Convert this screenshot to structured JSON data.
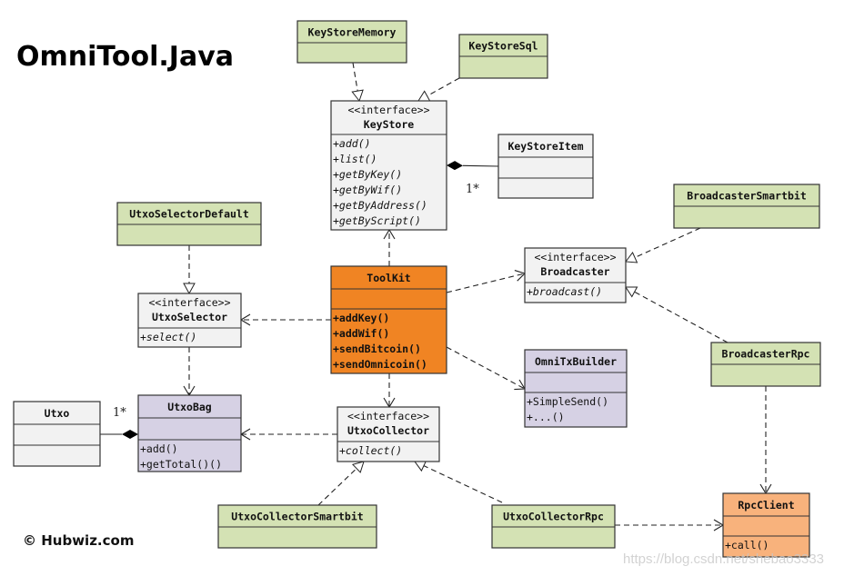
{
  "title": "OmniTool.Java",
  "copyright": "© Hubwiz.com",
  "watermark": "https://blog.csdn.net/shebao3333",
  "colors": {
    "green": "#d4e2b4",
    "purple": "#d6d1e4",
    "orange": "#f08423",
    "light_orange": "#f8b27c",
    "gray": "#f2f2f2",
    "border": "#333333"
  },
  "classes": [
    {
      "id": "KeyStoreMemory",
      "name": "KeyStoreMemory",
      "color": "green",
      "methods": []
    },
    {
      "id": "KeyStoreSql",
      "name": "KeyStoreSql",
      "color": "green",
      "methods": []
    },
    {
      "id": "KeyStore",
      "stereotype": "<<interface>>",
      "name": "KeyStore",
      "color": "gray",
      "italic": true,
      "methods": [
        "+add()",
        "+list()",
        "+getByKey()",
        "+getByWif()",
        "+getByAddress()",
        "+getByScript()"
      ]
    },
    {
      "id": "KeyStoreItem",
      "name": "KeyStoreItem",
      "color": "gray",
      "methods": []
    },
    {
      "id": "BroadcasterSmartbit",
      "name": "BroadcasterSmartbit",
      "color": "green",
      "methods": []
    },
    {
      "id": "UtxoSelectorDefault",
      "name": "UtxoSelectorDefault",
      "color": "green",
      "methods": []
    },
    {
      "id": "Broadcaster",
      "stereotype": "<<interface>>",
      "name": "Broadcaster",
      "color": "gray",
      "italic": true,
      "methods": [
        "+broadcast()"
      ]
    },
    {
      "id": "ToolKit",
      "name": "ToolKit",
      "color": "orange",
      "bold_methods": true,
      "methods": [
        "+addKey()",
        "+addWif()",
        "+sendBitcoin()",
        "+sendOmnicoin()"
      ]
    },
    {
      "id": "UtxoSelector",
      "stereotype": "<<interface>>",
      "name": "UtxoSelector",
      "color": "gray",
      "italic": true,
      "methods": [
        "+select()"
      ]
    },
    {
      "id": "BroadcasterRpc",
      "name": "BroadcasterRpc",
      "color": "green",
      "methods": []
    },
    {
      "id": "OmniTxBuilder",
      "name": "OmniTxBuilder",
      "color": "purple",
      "methods": [
        "+SimpleSend()",
        "+...()"
      ]
    },
    {
      "id": "Utxo",
      "name": "Utxo",
      "color": "gray",
      "methods": []
    },
    {
      "id": "UtxoBag",
      "name": "UtxoBag",
      "color": "purple",
      "methods": [
        "+add()",
        "+getTotal()()"
      ]
    },
    {
      "id": "UtxoCollector",
      "stereotype": "<<interface>>",
      "name": "UtxoCollector",
      "color": "gray",
      "italic": true,
      "methods": [
        "+collect()"
      ]
    },
    {
      "id": "UtxoCollectorSmartbit",
      "name": "UtxoCollectorSmartbit",
      "color": "green",
      "methods": []
    },
    {
      "id": "UtxoCollectorRpc",
      "name": "UtxoCollectorRpc",
      "color": "green",
      "methods": []
    },
    {
      "id": "RpcClient",
      "name": "RpcClient",
      "color": "light_orange",
      "methods": [
        "+call()"
      ]
    }
  ],
  "relations": [
    {
      "from": "KeyStoreMemory",
      "to": "KeyStore",
      "type": "realization"
    },
    {
      "from": "KeyStoreSql",
      "to": "KeyStore",
      "type": "realization"
    },
    {
      "from": "KeyStoreItem",
      "to": "KeyStore",
      "type": "composition",
      "multiplicity": "1*"
    },
    {
      "from": "ToolKit",
      "to": "KeyStore",
      "type": "dependency"
    },
    {
      "from": "ToolKit",
      "to": "Broadcaster",
      "type": "dependency"
    },
    {
      "from": "ToolKit",
      "to": "UtxoSelector",
      "type": "dependency"
    },
    {
      "from": "ToolKit",
      "to": "OmniTxBuilder",
      "type": "dependency"
    },
    {
      "from": "ToolKit",
      "to": "UtxoCollector",
      "type": "dependency"
    },
    {
      "from": "UtxoSelectorDefault",
      "to": "UtxoSelector",
      "type": "realization"
    },
    {
      "from": "UtxoSelector",
      "to": "UtxoBag",
      "type": "dependency"
    },
    {
      "from": "UtxoCollector",
      "to": "UtxoBag",
      "type": "dependency"
    },
    {
      "from": "Utxo",
      "to": "UtxoBag",
      "type": "composition",
      "multiplicity": "1*"
    },
    {
      "from": "BroadcasterSmartbit",
      "to": "Broadcaster",
      "type": "realization"
    },
    {
      "from": "BroadcasterRpc",
      "to": "Broadcaster",
      "type": "realization"
    },
    {
      "from": "UtxoCollectorSmartbit",
      "to": "UtxoCollector",
      "type": "realization"
    },
    {
      "from": "UtxoCollectorRpc",
      "to": "UtxoCollector",
      "type": "realization"
    },
    {
      "from": "BroadcasterRpc",
      "to": "RpcClient",
      "type": "dependency"
    },
    {
      "from": "UtxoCollectorRpc",
      "to": "RpcClient",
      "type": "dependency"
    }
  ]
}
